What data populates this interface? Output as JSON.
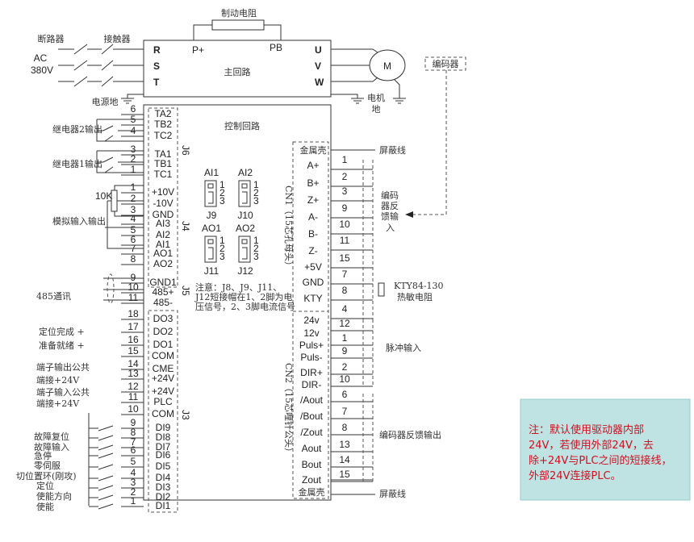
{
  "main": {
    "brake_resistor": "制动电阻",
    "breaker": "断路器",
    "contactor": "接触器",
    "ac": "AC",
    "voltage": "380V",
    "power_ground": "电源地",
    "r": "R",
    "s": "S",
    "t": "T",
    "p_plus": "P+",
    "pb": "PB",
    "u": "U",
    "v": "V",
    "w": "W",
    "title": "主回路",
    "motor": "M",
    "encoder": "编码器",
    "motor_ground_1": "电机",
    "motor_ground_2": "地"
  },
  "control": {
    "title": "控制回路",
    "j6": "J6",
    "j4": "J4",
    "j5": "J5",
    "j3": "J3",
    "left_terminals": [
      {
        "num": "6",
        "label": "TA2"
      },
      {
        "num": "5",
        "label": "TB2"
      },
      {
        "num": "4",
        "label": "TC2"
      },
      {
        "num": "3",
        "label": "TA1"
      },
      {
        "num": "2",
        "label": "TB1"
      },
      {
        "num": "1",
        "label": "TC1"
      },
      {
        "num": "1",
        "label": "+10V"
      },
      {
        "num": "2",
        "label": "-10V"
      },
      {
        "num": "3",
        "label": "GND"
      },
      {
        "num": "4",
        "label": "AI3"
      },
      {
        "num": "5",
        "label": "AI2"
      },
      {
        "num": "6",
        "label": "AI1"
      },
      {
        "num": "7",
        "label": "AO1"
      },
      {
        "num": "8",
        "label": "AO2"
      },
      {
        "num": "9",
        "label": "GND1"
      },
      {
        "num": "10",
        "label": "485+"
      },
      {
        "num": "11",
        "label": "485-"
      },
      {
        "num": "18",
        "label": "DO3"
      },
      {
        "num": "17",
        "label": "DO2"
      },
      {
        "num": "16",
        "label": "DO1"
      },
      {
        "num": "15",
        "label": "COM"
      },
      {
        "num": "14",
        "label": "CME"
      },
      {
        "num": "13",
        "label": "+24V"
      },
      {
        "num": "12",
        "label": "+24V"
      },
      {
        "num": "11",
        "label": "PLC"
      },
      {
        "num": "10",
        "label": "COM"
      },
      {
        "num": "9",
        "label": "DI9"
      },
      {
        "num": "8",
        "label": "DI8"
      },
      {
        "num": "7",
        "label": "DI7"
      },
      {
        "num": "6",
        "label": "DI6"
      },
      {
        "num": "5",
        "label": "DI5"
      },
      {
        "num": "4",
        "label": "DI4"
      },
      {
        "num": "3",
        "label": "DI3"
      },
      {
        "num": "2",
        "label": "DI2"
      },
      {
        "num": "1",
        "label": "DI1"
      }
    ],
    "left_labels": [
      "继电器2输出",
      "继电器1输出",
      "10K",
      "模拟输入输出",
      "485通讯",
      "定位完成 +",
      "准备就绪 +",
      "端子输出公共",
      "端接+24V",
      "端子输入公共",
      "端接+24V",
      "故障复位",
      "故障输入",
      "急停",
      "零伺服",
      "切位置环(刚攻)",
      "定位",
      "使能方向",
      "使能"
    ],
    "jumpers": [
      {
        "name": "AI1",
        "id": "J9"
      },
      {
        "name": "AI2",
        "id": "J10"
      },
      {
        "name": "AO1",
        "id": "J11"
      },
      {
        "name": "AO2",
        "id": "J12"
      }
    ],
    "jumper_pins": [
      "1",
      "2",
      "3"
    ],
    "jumper_note": [
      "注意：J8、J9、J11、",
      "J12短接帽在1、2脚为电",
      "压信号，2、3脚电流信号"
    ],
    "cn1_label": "CN1（15芯孔母头）",
    "cn1": [
      {
        "label": "金属壳",
        "num": ""
      },
      {
        "label": "A+",
        "num": "1"
      },
      {
        "label": "B+",
        "num": "2"
      },
      {
        "label": "Z+",
        "num": "3"
      },
      {
        "label": "A-",
        "num": "9"
      },
      {
        "label": "B-",
        "num": "10"
      },
      {
        "label": "Z-",
        "num": "11"
      },
      {
        "label": "+5V",
        "num": "15"
      },
      {
        "label": "GND",
        "num": "7"
      },
      {
        "label": "KTY",
        "num": "8"
      },
      {
        "label": "",
        "num": "4"
      }
    ],
    "cn2_label": "CN2（15芯哩针公头）",
    "cn2": [
      {
        "label": "24v",
        "num": "12"
      },
      {
        "label": "12v",
        "num": "1"
      },
      {
        "label": "Puls+",
        "num": "9"
      },
      {
        "label": "Puls-",
        "num": "2"
      },
      {
        "label": "DIR+",
        "num": "10"
      },
      {
        "label": "DIR-",
        "num": "6"
      },
      {
        "label": "/Aout",
        "num": "7"
      },
      {
        "label": "/Bout",
        "num": "8"
      },
      {
        "label": "/Zout",
        "num": "13"
      },
      {
        "label": "Aout",
        "num": "14"
      },
      {
        "label": "Bout",
        "num": "15"
      },
      {
        "label": "Zout",
        "num": ""
      },
      {
        "label": "金属壳",
        "num": ""
      }
    ],
    "right_labels": {
      "shield_1": "屏蔽线",
      "encoder_input": [
        "编码",
        "器反",
        "馈输",
        "入"
      ],
      "kty_1": "KTY84-130",
      "kty_2": "热敏电阻",
      "pulse_input": "脉冲输入",
      "encoder_output": "编码器反馈输出",
      "shield_2": "屏蔽线"
    }
  },
  "note": {
    "lines": [
      "注：默认使用驱动器内部",
      "24V，若使用外部24V，去",
      "除+24V与PLC之间的短接线，",
      "外部24V连接PLC。"
    ],
    "bg_color": "#bfe2e3",
    "text_color": "#d01020"
  }
}
